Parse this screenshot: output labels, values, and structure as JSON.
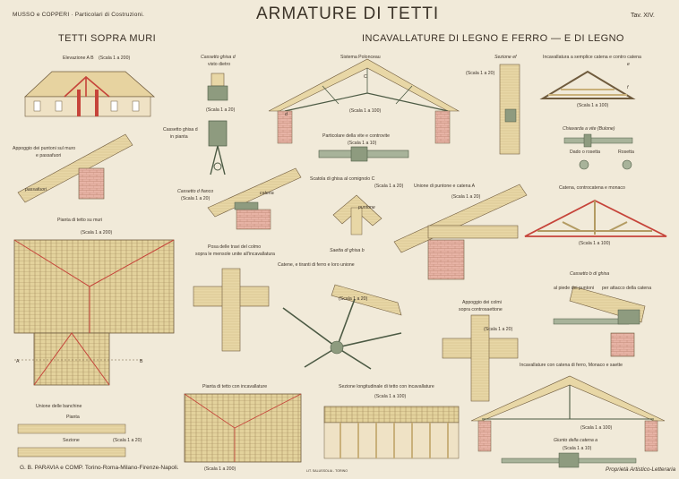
{
  "header": {
    "publisher_line": "MUSSO e COPPERI · Particolari di Costruzioni.",
    "title": "ARMATURE DI TETTI",
    "plate": "Tav. XIV."
  },
  "sections": {
    "left": "TETTI SOPRA MURI",
    "right": "INCAVALLATURE DI LEGNO E FERRO — E DI LEGNO"
  },
  "labels": {
    "elevazione": "Elevazione A B",
    "scala_1_200": "(Scala 1 a 200)",
    "cassetto_ghisa_d": "Cassetto ghisa d",
    "visto_dietro": "visto dietro",
    "scala_1_20": "(Scala 1 a 20)",
    "cassetto_pianta_1": "Cassetto ghisa d",
    "cassetto_pianta_2": "in pianta",
    "appoggio_1": "Appoggio dei puntoni sul muro",
    "appoggio_2": "e passafuori",
    "cassetto_fianco": "Cassetto d fianco",
    "sistema": "Sistema Polonceau",
    "scala_1_100": "(Scala 1 a 100)",
    "particolare_vite": "Particolare della vite e controvite",
    "scala_1_10": "(Scala 1 a 10)",
    "sezione_ef": "Sezione ef",
    "incav_semplice": "Incavallatura a semplice catena e contro catena",
    "chiavarda": "Chiavarda a vite (Bulone)",
    "dado": "Dado o rosetta",
    "rosetta": "Rosetta",
    "scatola": "Scatola di ghisa al comignolo C",
    "unione_puntone": "Unione di puntone e catena A",
    "catena_contro": "Catena, controcatena e monaco",
    "pianta_tetto": "Pianta di tetto su muri",
    "posa_1": "Posa delle travi del colmo",
    "posa_2": "sopra le mensole unite all'incavallatura",
    "saetta": "Saetta di ghisa b",
    "catene_tiranti": "Catene, e tiranti di ferro e loro unione",
    "cassetto_b": "Cassetto b di ghisa",
    "piede_1": "al piede dei puntoni",
    "piede_2": "per attacco della catena",
    "appoggio_colmi_1": "Appoggio dei colmi",
    "appoggio_colmi_2": "sopra controsaettone",
    "incav_ferro": "Incavallature con catena di ferro, Monaco e saette",
    "pianta_incav": "Pianta di tetto con incavallature",
    "sezione_long": "Sezione longitudinale di tetto con incavallature",
    "unione_banchine": "Unione delle banchine",
    "pianta": "Pianta",
    "sezione": "Sezione",
    "giunto": "Giunto della catena a",
    "scala_1_10b": "(Scala 1 a 10)",
    "a": "A",
    "b": "B",
    "c": "C",
    "d": "d",
    "e": "e",
    "f": "f",
    "puntone": "puntone",
    "catena": "catena",
    "passafuori": "passafuori"
  },
  "footer": {
    "publisher": "G. B. PARAVIA e COMP. Torino-Roma-Milano-Firenze-Napoli.",
    "printer": "LIT. SALUSSOLIA - TORINO",
    "rights": "Proprietà Artistico-Letteraria"
  },
  "colors": {
    "paper": "#f1ead9",
    "wood": "#e8d7a6",
    "wood_dark": "#c9b07a",
    "brick": "#e7a89b",
    "iron": "#8e9b7f",
    "ink": "#3a3026"
  }
}
